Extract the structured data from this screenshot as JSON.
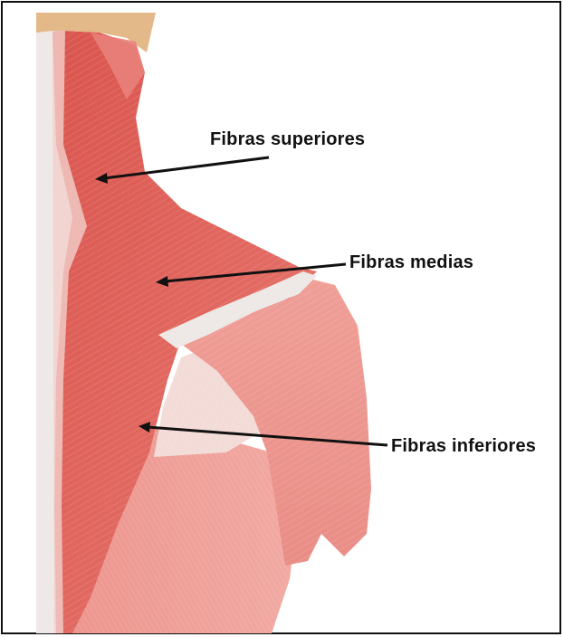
{
  "labels": {
    "upper_fibers": "Fibras superiores",
    "middle_fibers": "Fibras medias",
    "lower_fibers": "Fibras inferiores"
  },
  "colors": {
    "muscle": "#e0665e",
    "muscle_light": "#f0a49c",
    "tendon": "#eee8e6",
    "skin": "#e3b98a",
    "arrow": "#111111",
    "frame": "#111111"
  }
}
